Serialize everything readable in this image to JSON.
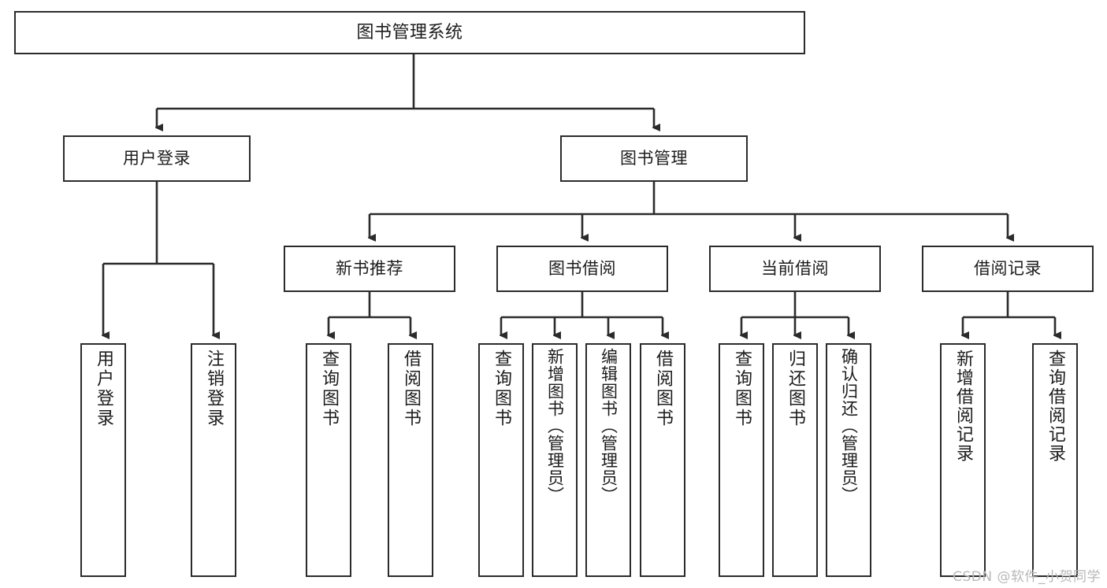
{
  "diagram": {
    "title": "图书管理系统",
    "type": "tree-hierarchy",
    "stroke_color": "#2b2b2b",
    "text_color": "#1c1c1c",
    "background_color": "#ffffff"
  },
  "nodes": {
    "root": {
      "label": "图书管理系统"
    },
    "level2": [
      {
        "label": "用户登录"
      },
      {
        "label": "图书管理"
      }
    ],
    "level3": [
      {
        "label": "新书推荐"
      },
      {
        "label": "图书借阅"
      },
      {
        "label": "当前借阅"
      },
      {
        "label": "借阅记录"
      }
    ],
    "leaves_user_login": [
      {
        "label": "用户登录"
      },
      {
        "label": "注销登录"
      }
    ],
    "leaves_new_books": [
      {
        "label": "查询图书"
      },
      {
        "label": "借阅图书"
      }
    ],
    "leaves_borrow": [
      {
        "label": "查询图书"
      },
      {
        "label": "新增图书（管理员）"
      },
      {
        "label": "编辑图书（管理员）"
      },
      {
        "label": "借阅图书"
      }
    ],
    "leaves_current": [
      {
        "label": "查询图书"
      },
      {
        "label": "归还图书"
      },
      {
        "label": "确认归还（管理员）"
      }
    ],
    "leaves_records": [
      {
        "label": "新增借阅记录"
      },
      {
        "label": "查询借阅记录"
      }
    ]
  },
  "watermark": {
    "text": "CSDN @软件_小贺同学"
  }
}
